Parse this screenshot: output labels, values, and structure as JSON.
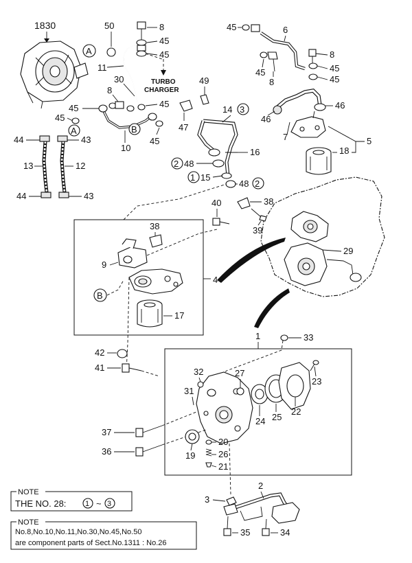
{
  "labels": {
    "p1830": "1830",
    "p50": "50",
    "p8a": "8",
    "p45a": "45",
    "p45b": "45",
    "p11": "11",
    "p30": "30",
    "p8b": "8",
    "p45c": "45",
    "p45d": "45",
    "p45e": "45",
    "p10": "10",
    "p45f": "45",
    "p44a": "44",
    "p43a": "43",
    "p13": "13",
    "p12": "12",
    "p44b": "44",
    "p43b": "43",
    "p47": "47",
    "p49": "49",
    "p14": "14",
    "p16": "16",
    "p48a": "48",
    "p15": "15",
    "p48b": "48",
    "p45g": "45",
    "p6": "6",
    "p8c": "8",
    "p45h": "45",
    "p45i": "45",
    "p8d": "8",
    "p45j": "45",
    "p46a": "46",
    "p46b": "46",
    "p7": "7",
    "p5": "5",
    "p18": "18",
    "p40": "40",
    "p38a": "38",
    "p39": "39",
    "p29": "29",
    "p38b": "38",
    "p9": "9",
    "p4": "4",
    "p17": "17",
    "p42": "42",
    "p41": "41",
    "p1": "1",
    "p33": "33",
    "p32": "32",
    "p27": "27",
    "p23": "23",
    "p31": "31",
    "p24": "24",
    "p25": "25",
    "p22": "22",
    "p37": "37",
    "p20": "20",
    "p36": "36",
    "p19": "19",
    "p26": "26",
    "p21": "21",
    "p2": "2",
    "p3": "3",
    "p35": "35",
    "p34": "34"
  },
  "circle_refs": {
    "A1": "A",
    "A2": "A",
    "B1": "B",
    "B2": "B",
    "c3": "3",
    "c2": "2",
    "c1": "1",
    "c2b": "2"
  },
  "turbo_line1": "TURBO",
  "turbo_line2": "CHARGER",
  "note1": {
    "heading": "NOTE",
    "text": "THE NO. 28:",
    "from": "1",
    "sep": "~",
    "to": "3"
  },
  "note2": {
    "heading": "NOTE",
    "line1": "No.8,No.10,No.11,No.30,No.45,No.50",
    "line2": "are component parts of Sect.No.1311 : No.26"
  }
}
